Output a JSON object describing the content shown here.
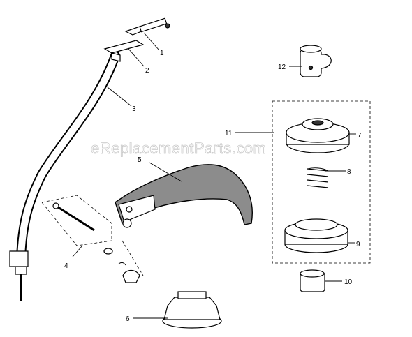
{
  "watermark": "eReplacementParts.com",
  "callouts": {
    "p1": "1",
    "p2": "2",
    "p3": "3",
    "p4": "4",
    "p5": "5",
    "p6": "6",
    "p7": "7",
    "p8": "8",
    "p9": "9",
    "p10": "10",
    "p11": "11",
    "p12": "12"
  }
}
